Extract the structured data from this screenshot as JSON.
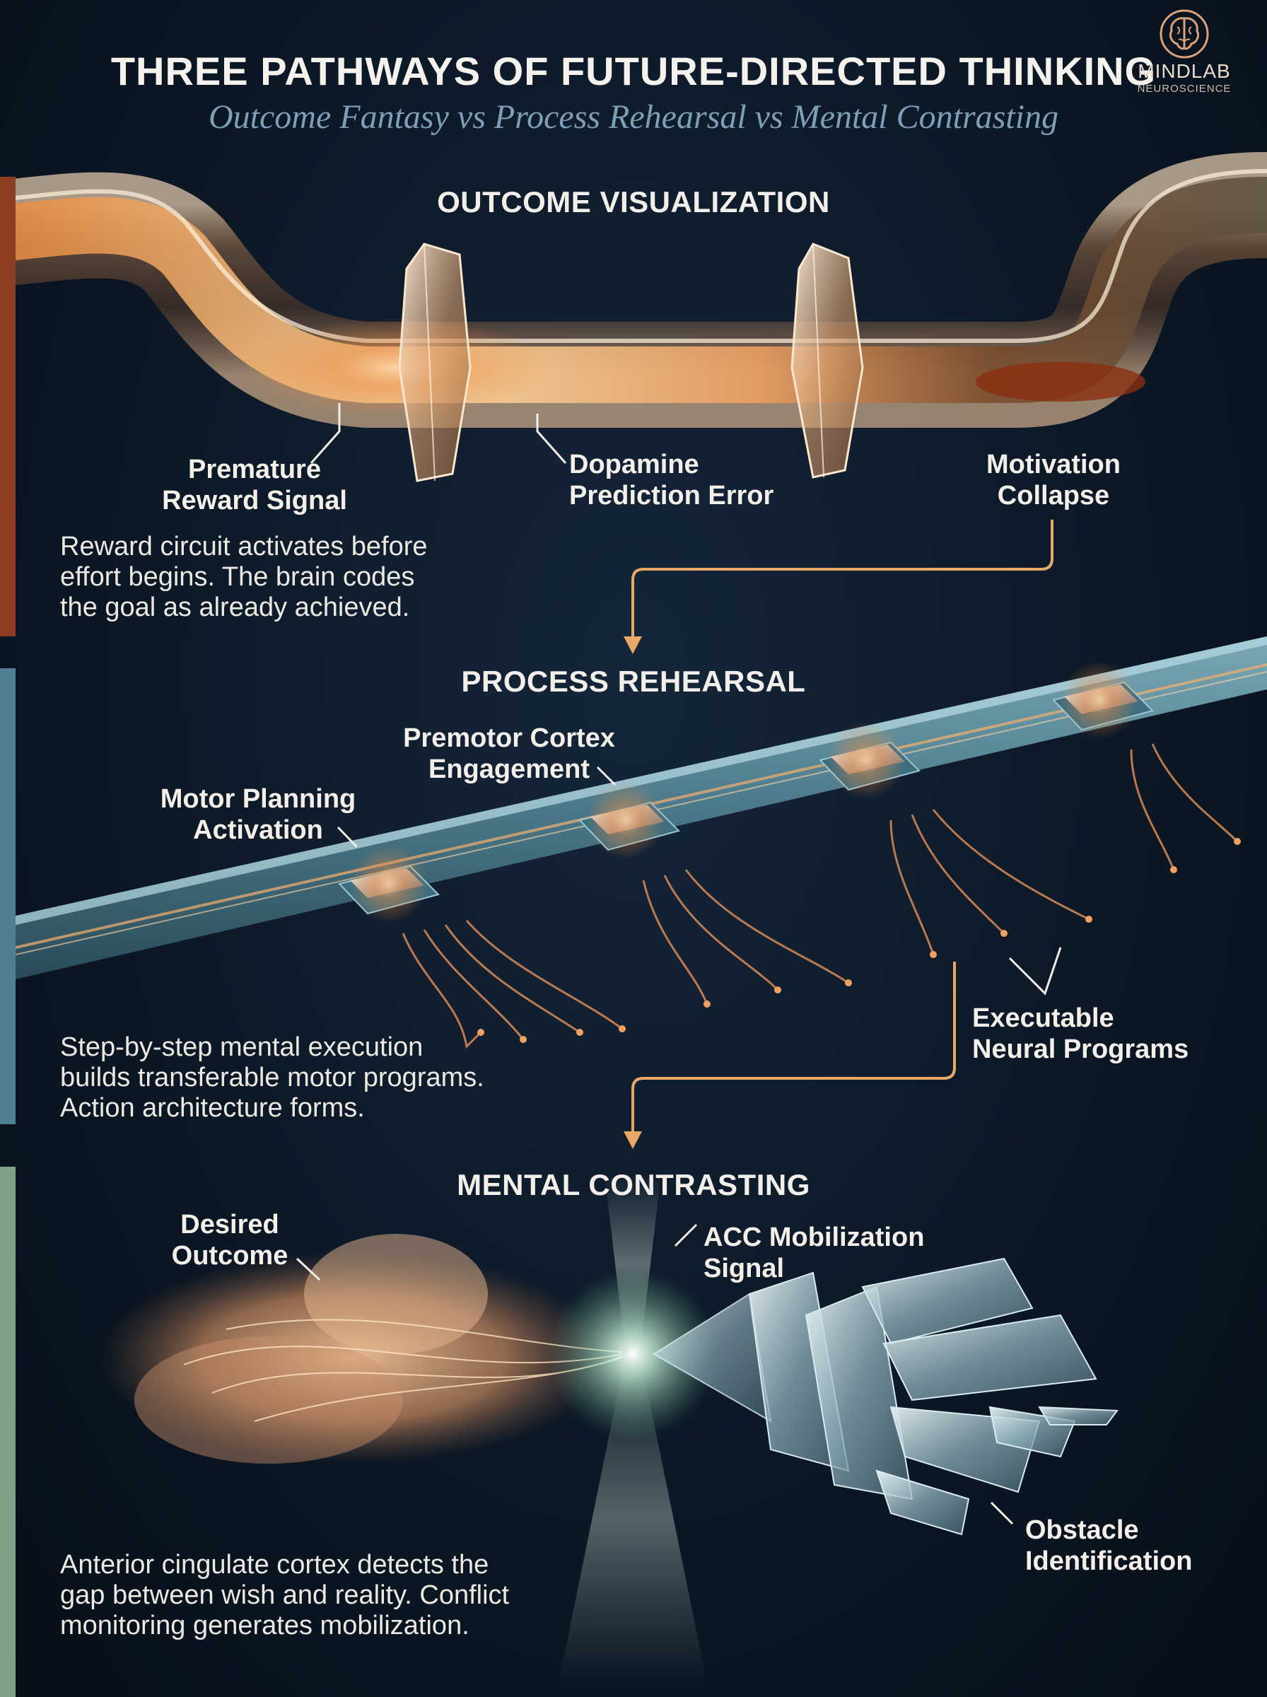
{
  "header": {
    "title": "THREE PATHWAYS OF FUTURE-DIRECTED THINKING",
    "subtitle": "Outcome Fantasy vs Process Rehearsal vs Mental Contrasting"
  },
  "logo": {
    "name": "MINDLAB",
    "sub": "NEUROSCIENCE",
    "icon": "brain-icon"
  },
  "colors": {
    "outcome_bar": "#8e3d22",
    "process_bar": "#4f7f92",
    "contrast_bar": "#7fa286",
    "copper": "#f0a060",
    "connector": "#e8a868"
  },
  "sections": {
    "outcome": {
      "title": "OUTCOME VISUALIZATION",
      "labels": {
        "premature_1": "Premature",
        "premature_2": "Reward Signal",
        "dopamine_1": "Dopamine",
        "dopamine_2": "Prediction Error",
        "motivation_1": "Motivation",
        "motivation_2": "Collapse"
      },
      "description": [
        "Reward circuit activates before",
        "effort begins. The brain codes",
        "the goal as already achieved."
      ]
    },
    "process": {
      "title": "PROCESS REHEARSAL",
      "labels": {
        "premotor_1": "Premotor Cortex",
        "premotor_2": "Engagement",
        "motor_1": "Motor Planning",
        "motor_2": "Activation",
        "executable_1": "Executable",
        "executable_2": "Neural Programs"
      },
      "description": [
        "Step-by-step mental execution",
        "builds transferable motor programs.",
        "Action architecture forms."
      ]
    },
    "contrast": {
      "title": "MENTAL CONTRASTING",
      "labels": {
        "desired_1": "Desired",
        "desired_2": "Outcome",
        "acc_1": "ACC Mobilization",
        "acc_2": "Signal",
        "obstacle_1": "Obstacle",
        "obstacle_2": "Identification"
      },
      "description": [
        "Anterior cingulate cortex detects the",
        "gap between wish and reality. Conflict",
        "monitoring generates mobilization."
      ]
    }
  }
}
